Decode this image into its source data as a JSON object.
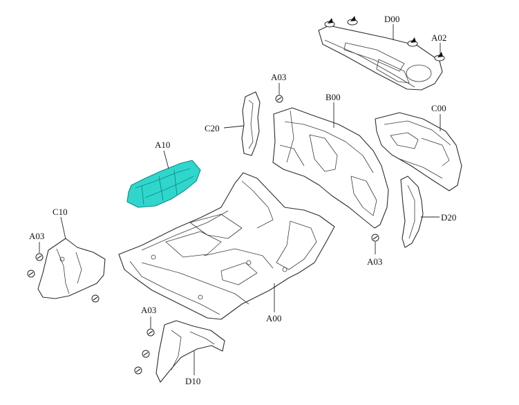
{
  "colors": {
    "highlight_part": "#2fd6cc",
    "highlight_stroke": "#0f8a85",
    "outline": "#2b2b2b",
    "background": "#ffffff"
  },
  "callouts": {
    "D00": "D00",
    "A02": "A02",
    "A03_top": "A03",
    "B00": "B00",
    "C00": "C00",
    "C20": "C20",
    "A10": "A10",
    "D20": "D20",
    "A03_right": "A03",
    "C10": "C10",
    "A03_left": "A03",
    "A00": "A00",
    "A03_bottom": "A03",
    "D10": "D10"
  },
  "highlighted_part": "A10"
}
